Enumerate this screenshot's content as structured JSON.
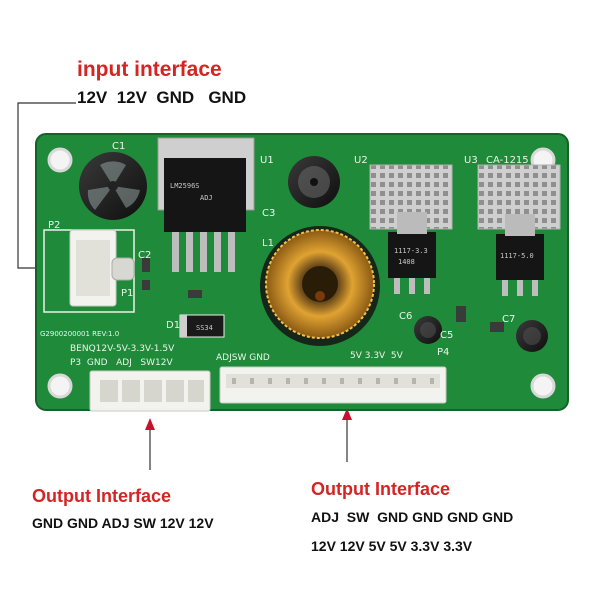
{
  "input": {
    "title": "input interface",
    "pins": "12V  12V  GND   GND"
  },
  "output_left": {
    "title": "Output Interface",
    "pins": "GND GND ADJ SW 12V 12V"
  },
  "output_right": {
    "title": "Output Interface",
    "pins_line1": "ADJ  SW  GND GND GND GND",
    "pins_line2": "12V 12V 5V 5V 3.3V 3.3V"
  },
  "board": {
    "labels": {
      "c1": "C1",
      "u1": "U1",
      "u2": "U2",
      "u3": "U3",
      "ca": "CA-1215",
      "c2": "C2",
      "c3": "C3",
      "l1": "L1",
      "p1": "P1",
      "p2": "P2",
      "p3_line": "P3  GND   ADJ   SW12V",
      "p4": "P4",
      "c5": "C5",
      "c6": "C6",
      "c7": "C7",
      "d1": "D1",
      "g29": "G2900200001  REV:1.0",
      "benq": "BENQ12V-5V-3.3V-1.5V",
      "adjsw": "ADJSW GND",
      "header_right": "5V 3.3V  5V",
      "lm_line1": "LM2596S",
      "lm_line2": "ADJ",
      "reg2_line1": "1117-3.3",
      "reg2_line2": "1408",
      "reg3_line1": "1117-5.0",
      "ss34": "SS34"
    }
  },
  "colors": {
    "pcb": "#1f8a3a",
    "accent_red": "#d42424",
    "arrow": "#c8102e"
  }
}
